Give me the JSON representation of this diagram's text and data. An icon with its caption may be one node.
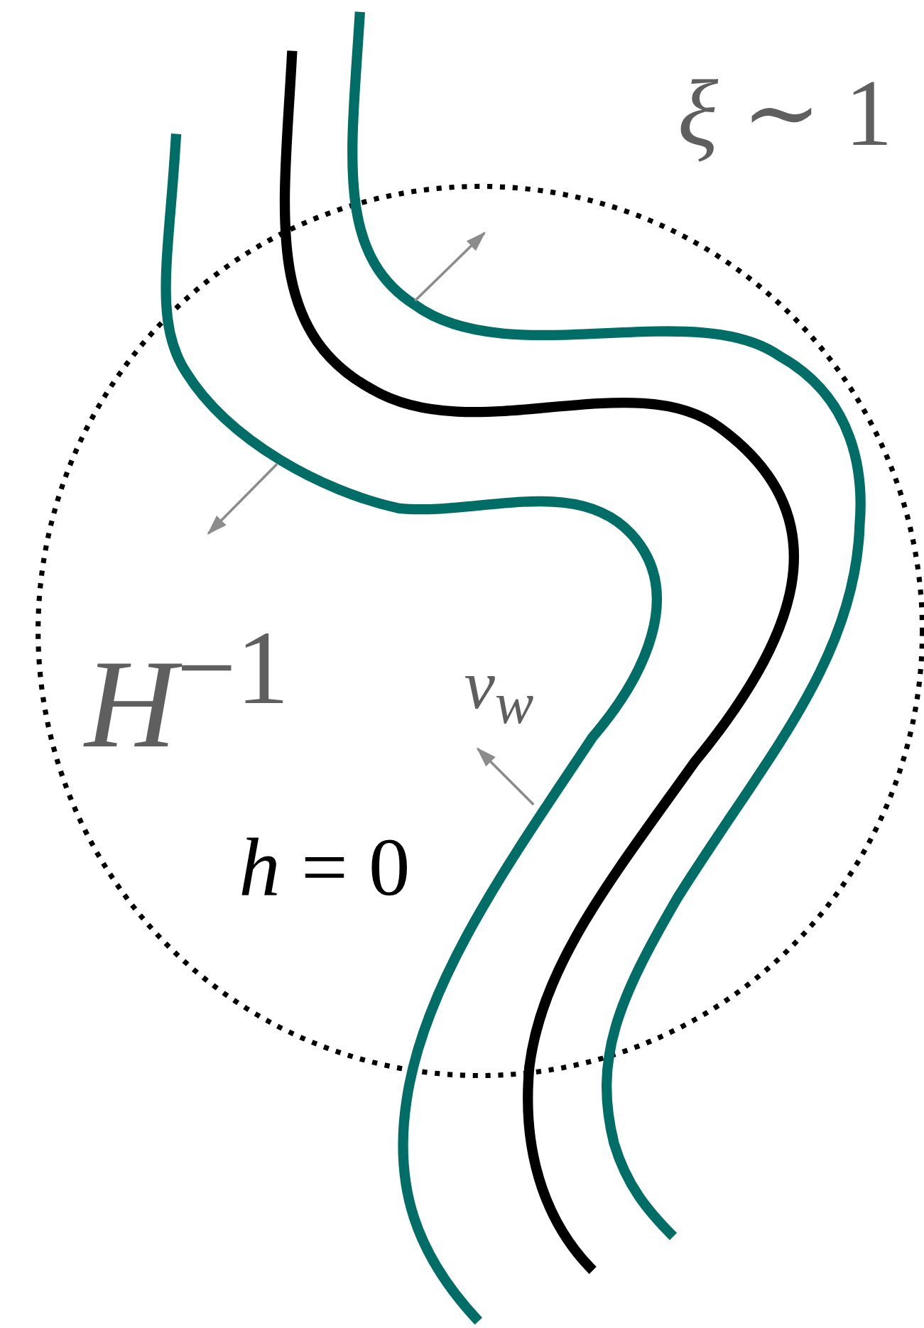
{
  "diagram": {
    "labels": [
      "*ξ* ∼ 1",
      "*H*$^{−1}$",
      "*v*$_{w}$",
      "*h* = 0"
    ]
  }
}
